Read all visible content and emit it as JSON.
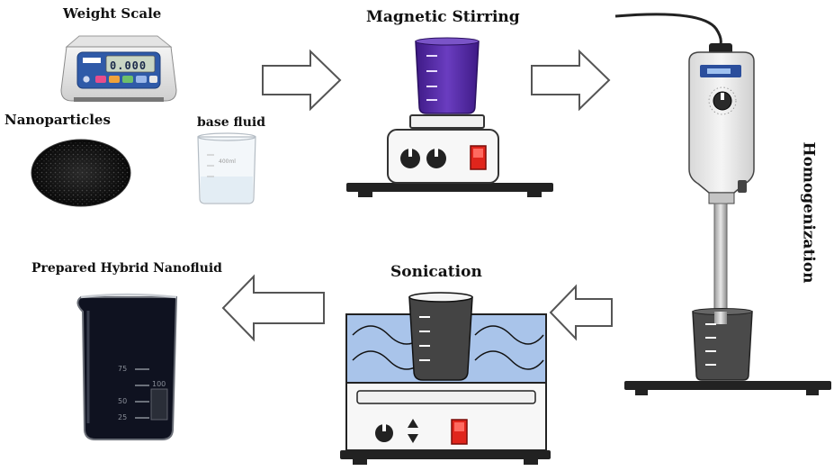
{
  "labels": {
    "weight_scale": "Weight Scale",
    "nanoparticles": "Nanoparticles",
    "base_fluid": "base fluid",
    "magnetic_stirring": "Magnetic Stirring",
    "homogenization": "Homogenization",
    "sonication": "Sonication",
    "prepared": "Prepared Hybrid Nanofluid"
  },
  "scale_display": "0.000",
  "beaker_marks": {
    "small_beaker": "400ml",
    "final_beaker_100": "100",
    "final_beaker_75": "75",
    "final_beaker_50": "50",
    "final_beaker_25": "25"
  },
  "icons": {
    "arrows": [
      "right-arrow",
      "right-arrow",
      "left-arrow",
      "left-arrow"
    ],
    "equipment": [
      "weight-scale",
      "nanoparticle-dish",
      "beaker",
      "magnetic-stirrer",
      "homogenizer",
      "ultrasonic-bath",
      "nanofluid-beaker"
    ]
  },
  "colors": {
    "stir_liquid": "#5a2ea6",
    "bath_water": "#a9c4ea",
    "scale_blue": "#2f5aa8",
    "switch_red": "#e0251c",
    "nanofluid": "#0f1220"
  }
}
